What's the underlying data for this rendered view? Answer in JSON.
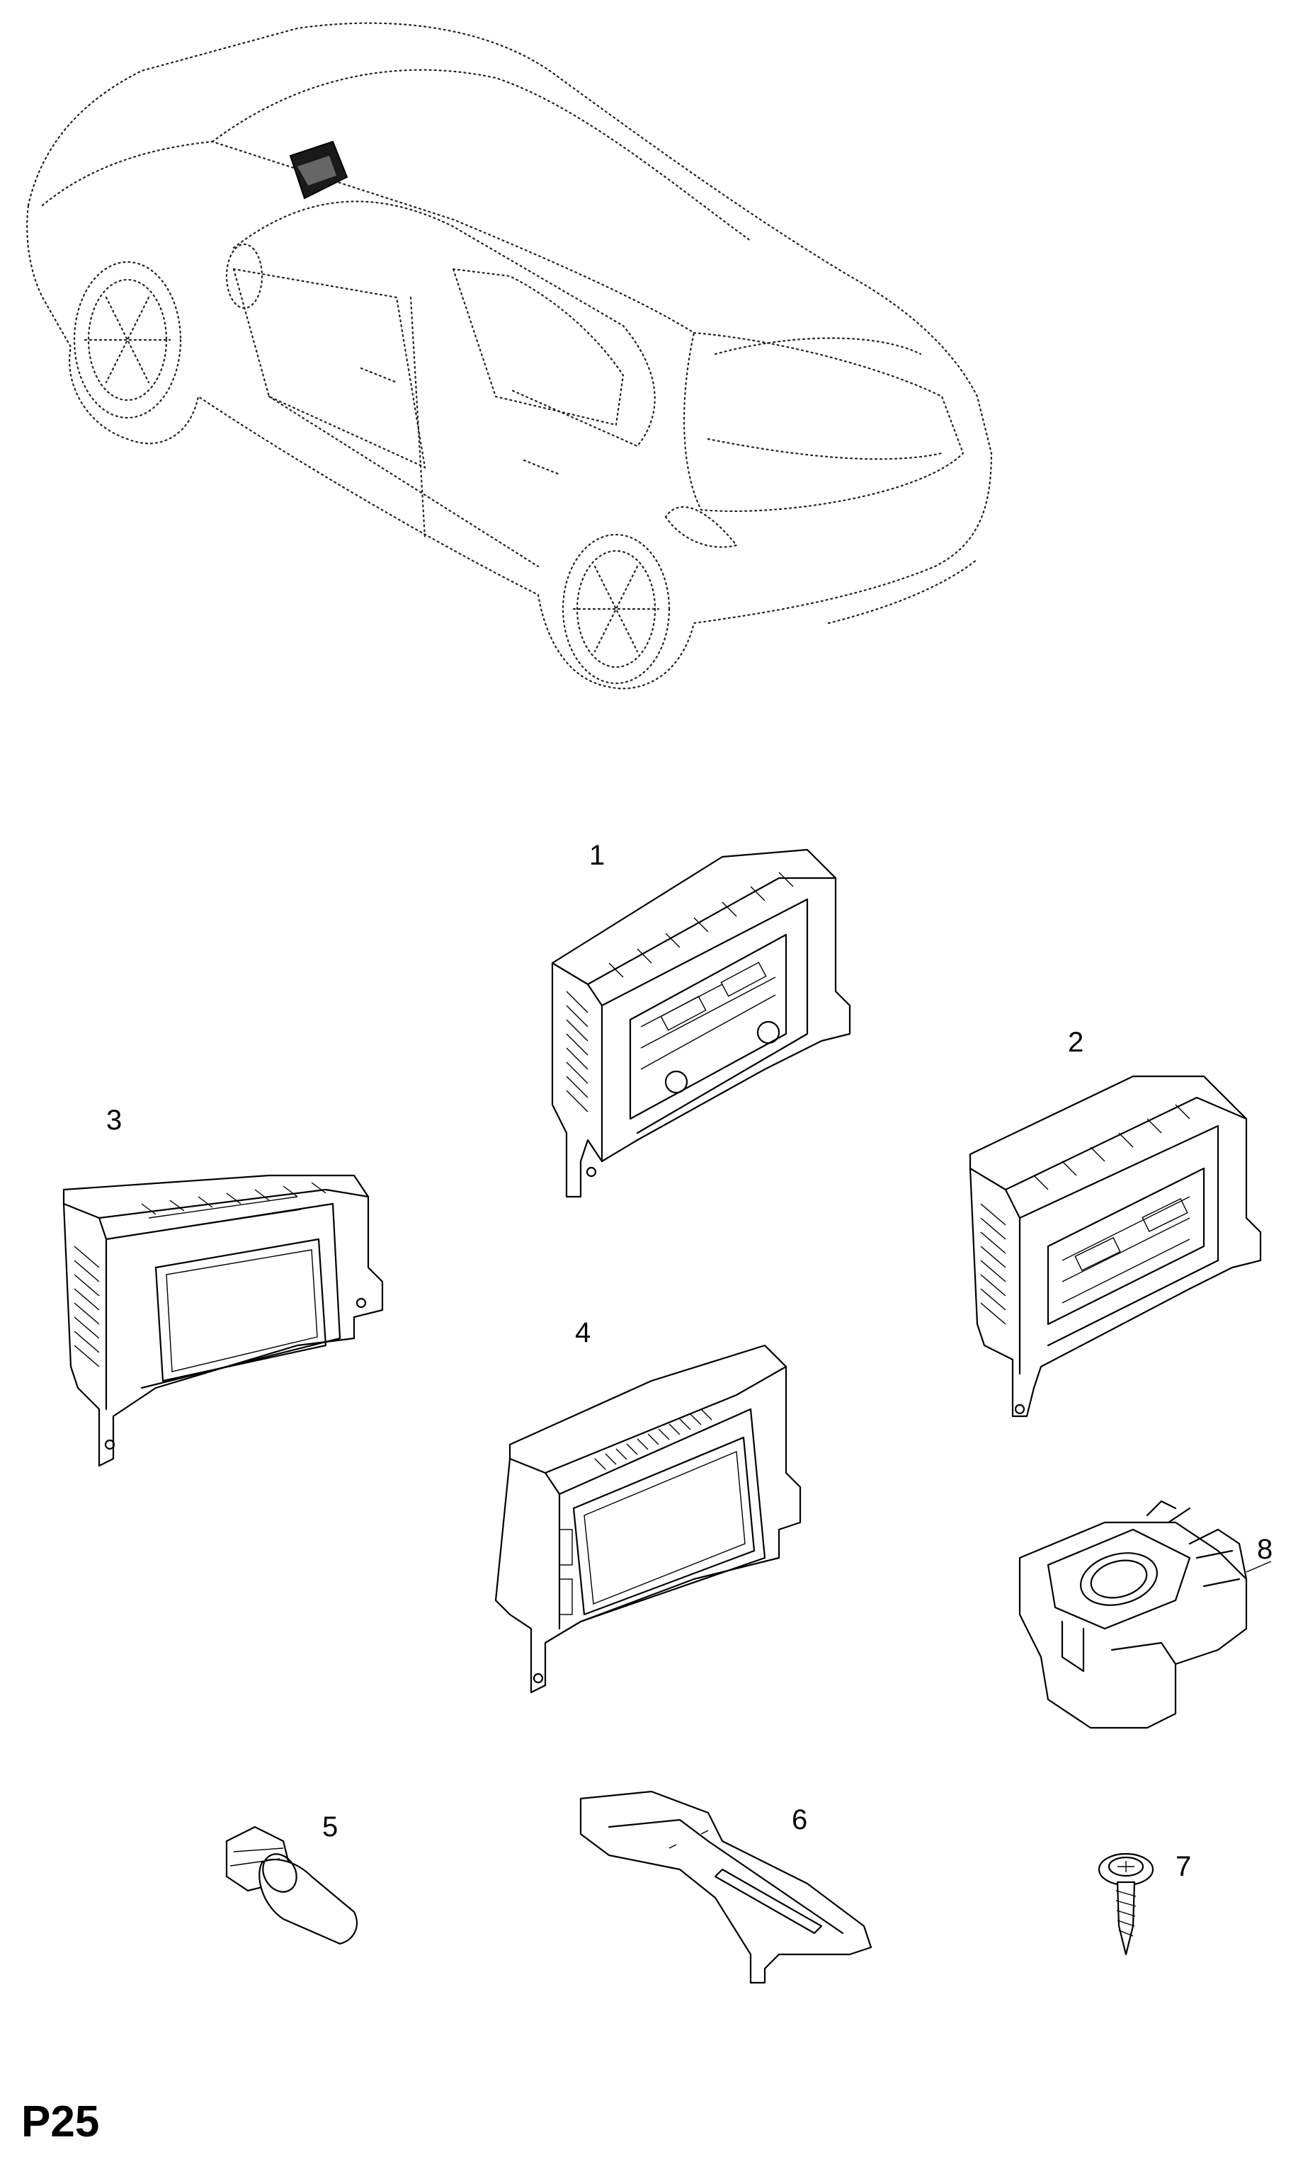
{
  "page_code": "P25",
  "callouts": [
    {
      "id": "1",
      "label": "1"
    },
    {
      "id": "2",
      "label": "2"
    },
    {
      "id": "3",
      "label": "3"
    },
    {
      "id": "4",
      "label": "4"
    },
    {
      "id": "5",
      "label": "5"
    },
    {
      "id": "6",
      "label": "6"
    },
    {
      "id": "7",
      "label": "7"
    },
    {
      "id": "8",
      "label": "8"
    }
  ]
}
